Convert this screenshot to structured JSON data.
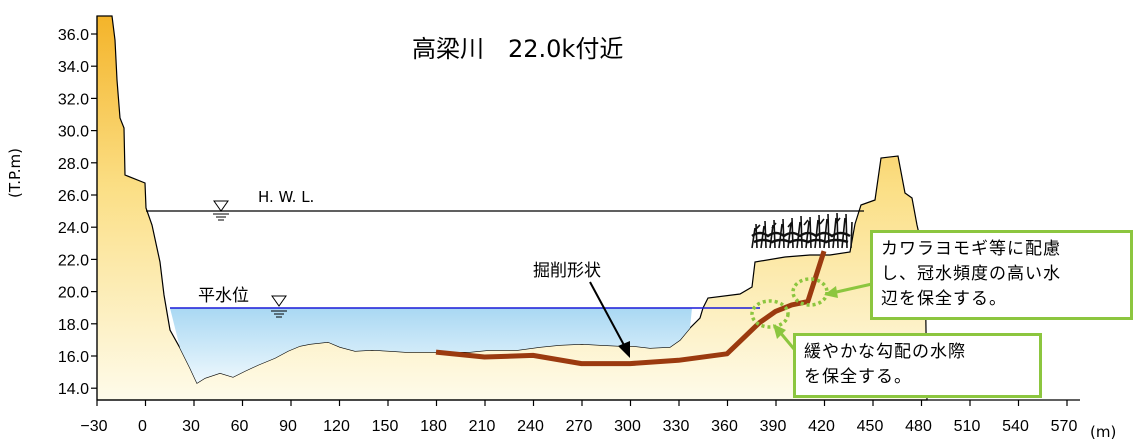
{
  "title": "高梁川　22.0k付近",
  "axis": {
    "y_label": "(T.P.m)",
    "x_unit": "(m)",
    "y_ticks": [
      "36.0",
      "34.0",
      "32.0",
      "30.0",
      "28.0",
      "26.0",
      "24.0",
      "22.0",
      "20.0",
      "18.0",
      "16.0",
      "14.0"
    ],
    "x_ticks": [
      "−30",
      "0",
      "30",
      "60",
      "90",
      "120",
      "150",
      "180",
      "210",
      "240",
      "270",
      "300",
      "330",
      "360",
      "390",
      "420",
      "450",
      "480",
      "510",
      "540",
      "570"
    ]
  },
  "labels": {
    "hwl": "H. W. L.",
    "normal_water": "平水位",
    "excavation": "掘削形状"
  },
  "callouts": {
    "top": [
      "カワラヨモギ等に配慮",
      "し、冠水頻度の高い水",
      "辺を保全する。"
    ],
    "bottom": [
      "緩やかな勾配の水際",
      "を保全する。"
    ]
  },
  "colors": {
    "ground_top": "#f4b82c",
    "ground_bottom": "#fdf9e6",
    "water": "#bfe3f7",
    "excavation_line": "#9b3a0f",
    "callout_border": "#8cc63f",
    "normal_water_line": "#1a1ad8"
  },
  "chart_data": {
    "type": "cross-section",
    "title": "高梁川　22.0k付近",
    "ylabel": "(T.P.m)",
    "xlabel": "(m)",
    "xlim": [
      -30,
      570
    ],
    "ylim": [
      14,
      36
    ],
    "hwl_elevation": 24.9,
    "normal_water_elevation": 19.0,
    "excavation_profile": {
      "x": [
        180,
        210,
        240,
        270,
        300,
        330,
        360,
        380,
        390,
        400,
        410,
        420
      ],
      "y": [
        16.2,
        15.9,
        16.0,
        15.5,
        15.5,
        15.7,
        16.1,
        18.0,
        18.7,
        19.1,
        19.3,
        22.4
      ]
    }
  }
}
